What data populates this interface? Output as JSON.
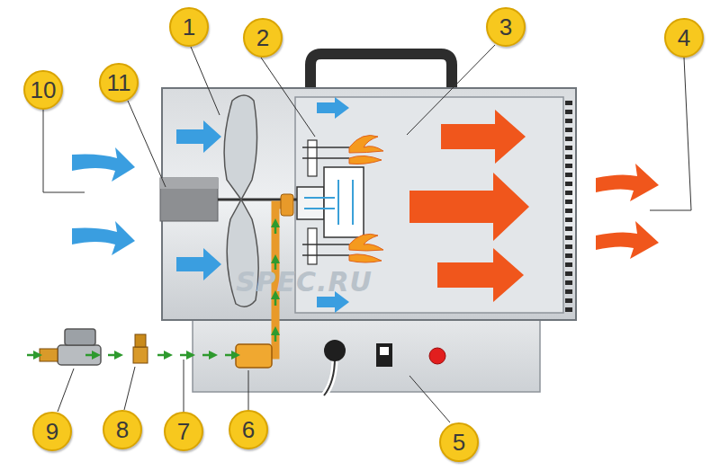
{
  "diagram": {
    "nodes": [
      {
        "text": [
          "1"
        ]
      },
      {
        "text": [
          "2"
        ]
      },
      {
        "text": [
          "3"
        ]
      },
      {
        "text": [
          "4"
        ]
      },
      {
        "text": [
          "5"
        ]
      },
      {
        "text": [
          "6"
        ]
      },
      {
        "text": [
          "7"
        ]
      },
      {
        "text": [
          "8"
        ]
      },
      {
        "text": [
          "9"
        ]
      },
      {
        "text": [
          "10"
        ]
      },
      {
        "text": [
          "11"
        ]
      }
    ],
    "labels": [
      "SPEC.RU"
    ]
  }
}
